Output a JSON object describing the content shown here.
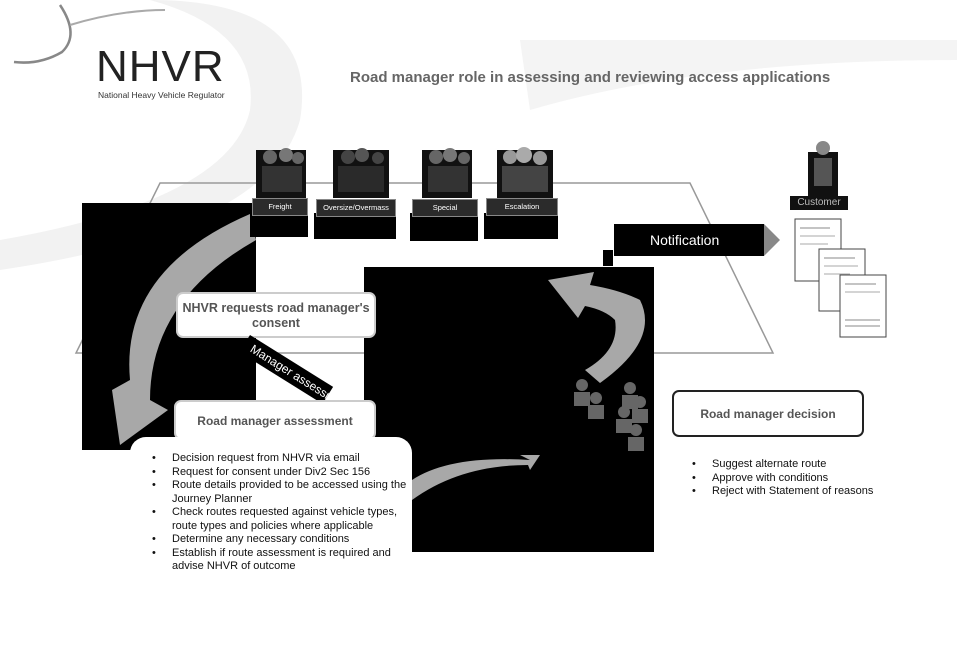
{
  "logo": {
    "name": "NHVR",
    "subtitle": "National Heavy Vehicle Regulator"
  },
  "title": "Road manager role in assessing and reviewing access applications",
  "teams": [
    {
      "label": "Freight"
    },
    {
      "label": "Oversize/Overmass"
    },
    {
      "label": "Special"
    },
    {
      "label": "Escalation"
    }
  ],
  "customer": {
    "label": "Customer"
  },
  "notification": {
    "label": "Notification"
  },
  "steps": {
    "consent": "NHVR requests road manager's consent",
    "assessment": "Road manager assessment",
    "assessment_rotated": "Manager assessment",
    "decision": "Road manager decision"
  },
  "assessment_points": [
    "Decision request from NHVR via email",
    "Request for consent under Div2 Sec 156",
    "Route details provided to be accessed using the Journey Planner",
    "Check routes requested against vehicle types, route types and policies where applicable",
    "Determine any necessary conditions",
    "Establish if route assessment is required and advise NHVR of outcome"
  ],
  "decision_points": [
    "Suggest alternate route",
    "Approve with conditions",
    "Reject with Statement of reasons"
  ],
  "colors": {
    "accent_gray": "#a8a8a8",
    "dark": "#000000",
    "text_gray": "#666666"
  }
}
